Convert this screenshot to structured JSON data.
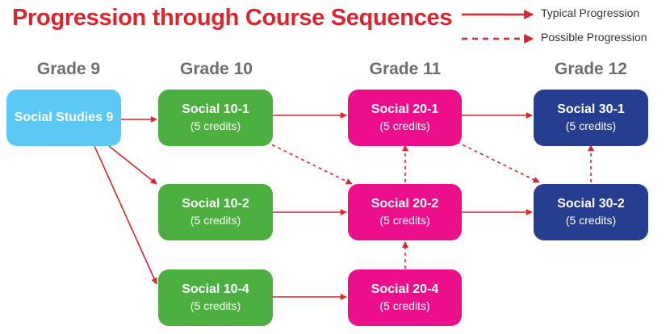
{
  "title": "Progression through Course Sequences",
  "legend": {
    "typical": "Typical Progression",
    "possible": "Possible Progression"
  },
  "grades": [
    "Grade 9",
    "Grade 10",
    "Grade 11",
    "Grade 12"
  ],
  "colors": {
    "title": "#d9252b",
    "arrow": "#d9252b",
    "grade9": "#5bc8f5",
    "grade10": "#4caf3f",
    "grade11": "#ec0f8c",
    "grade12": "#253e8f"
  },
  "courses": {
    "ss9": {
      "name": "Social Studies 9",
      "credits": ""
    },
    "s10_1": {
      "name": "Social 10-1",
      "credits": "(5 credits)"
    },
    "s10_2": {
      "name": "Social 10-2",
      "credits": "(5 credits)"
    },
    "s10_4": {
      "name": "Social 10-4",
      "credits": "(5 credits)"
    },
    "s20_1": {
      "name": "Social 20-1",
      "credits": "(5 credits)"
    },
    "s20_2": {
      "name": "Social 20-2",
      "credits": "(5 credits)"
    },
    "s20_4": {
      "name": "Social 20-4",
      "credits": "(5 credits)"
    },
    "s30_1": {
      "name": "Social 30-1",
      "credits": "(5 credits)"
    },
    "s30_2": {
      "name": "Social 30-2",
      "credits": "(5 credits)"
    }
  }
}
